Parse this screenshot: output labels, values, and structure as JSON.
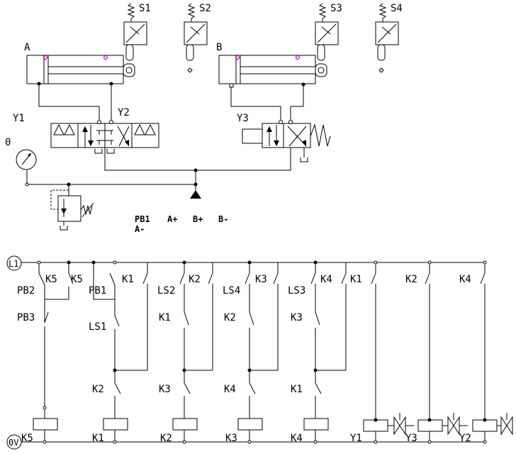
{
  "pneumatic": {
    "limit_switches": [
      "S1",
      "S2",
      "S3",
      "S4"
    ],
    "cylinders": [
      "A",
      "B"
    ],
    "solenoids": [
      "Y1",
      "Y2",
      "Y3"
    ],
    "gauge": "0",
    "sequence": {
      "pb1": "PB1",
      "a_plus": "A+",
      "b_plus": "B+",
      "b_minus": "B-",
      "a_minus": "A-"
    }
  },
  "ladder": {
    "rail_top": "L1",
    "rail_bottom": "0V",
    "contacts": {
      "c1": "PB2",
      "c2": "K5",
      "c3": "K5",
      "c4": "PB3",
      "c5": "PB1",
      "c6": "K1",
      "c7": "LS1",
      "c8": "K2",
      "c9": "LS2",
      "c10": "K2",
      "c11": "K1",
      "c12": "K3",
      "c13": "LS4",
      "c14": "K3",
      "c15": "K2",
      "c16": "K4",
      "c17": "LS3",
      "c18": "K4",
      "c19": "K3",
      "c20": "K1",
      "c21": "K1",
      "c22": "K2",
      "c23": "K4"
    },
    "coils": [
      "K5",
      "K1",
      "K2",
      "K3",
      "K4",
      "Y1",
      "Y3",
      "Y2"
    ]
  },
  "colors": {
    "line": "#000000",
    "magnet_marker": "#c000c0",
    "background": "#ffffff"
  }
}
